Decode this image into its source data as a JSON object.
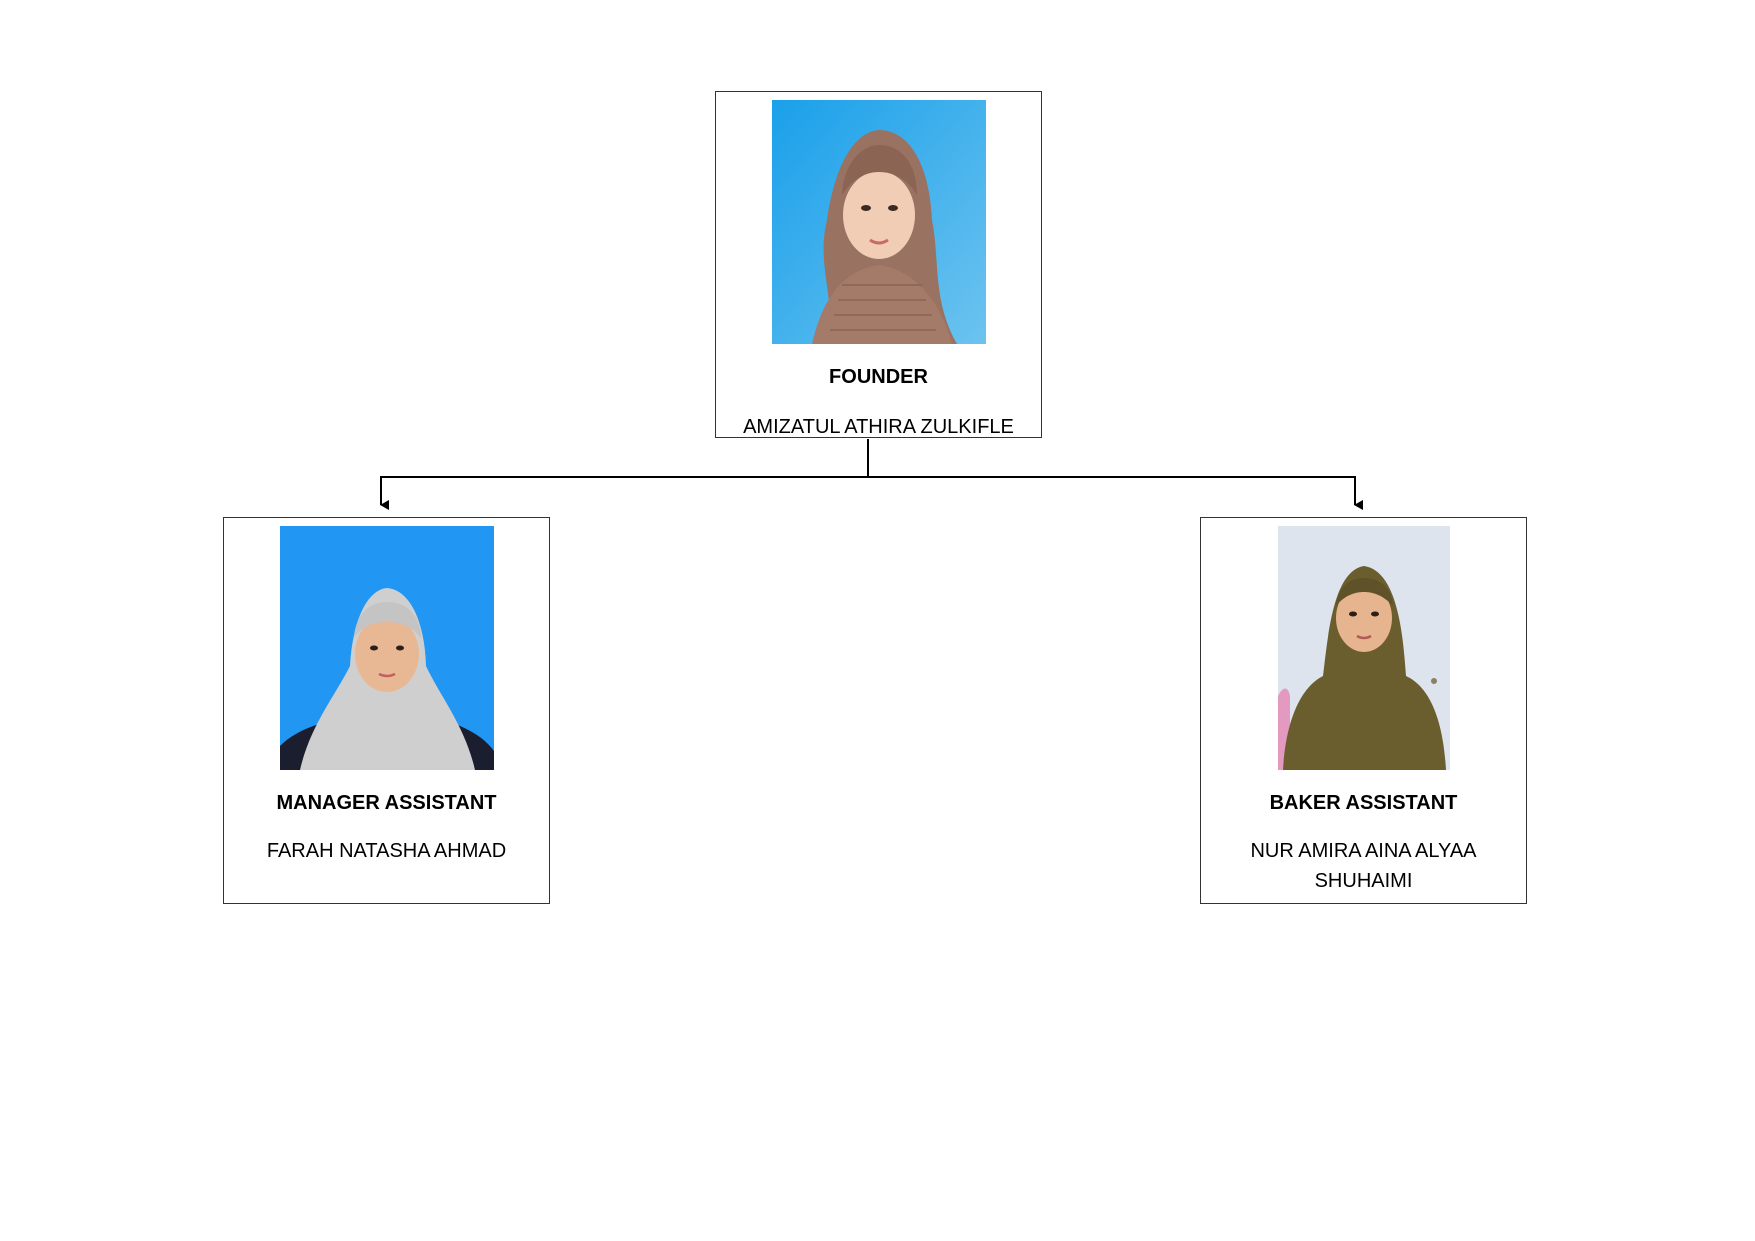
{
  "colors": {
    "connector": "#000000",
    "card_border": "#333333",
    "photo_bg_blue": "#1e9be6",
    "photo_bg_blue_dark": "#2196f3",
    "photo_bg_grey": "#dde4ee"
  },
  "org_chart": {
    "founder": {
      "role": "FOUNDER",
      "name": "AMIZATUL ATHIRA ZULKIFLE",
      "photo": "portrait-photo"
    },
    "reports": [
      {
        "role": "MANAGER ASSISTANT",
        "name": "FARAH NATASHA AHMAD",
        "photo": "portrait-photo"
      },
      {
        "role": "BAKER ASSISTANT",
        "name": "NUR AMIRA AINA ALYAA SHUHAIMI",
        "photo": "portrait-photo"
      }
    ]
  }
}
